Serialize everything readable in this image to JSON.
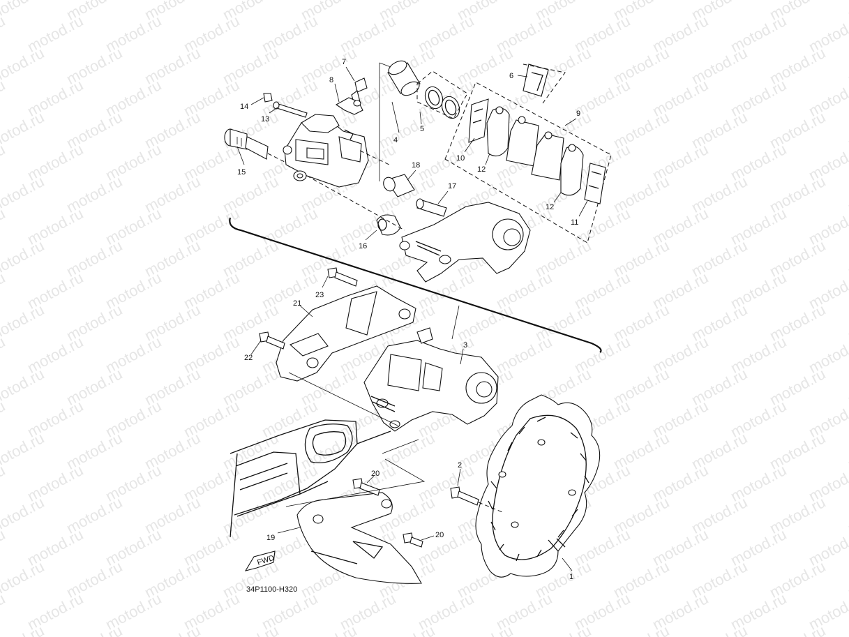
{
  "watermark": "motod.ru",
  "diagram_code": "34P1100-H320",
  "fwd_label": "FWD",
  "callouts": [
    {
      "id": "c1",
      "label": "1"
    },
    {
      "id": "c2",
      "label": "2"
    },
    {
      "id": "c3",
      "label": "3"
    },
    {
      "id": "c4",
      "label": "4"
    },
    {
      "id": "c5",
      "label": "5"
    },
    {
      "id": "c6",
      "label": "6"
    },
    {
      "id": "c7",
      "label": "7"
    },
    {
      "id": "c8",
      "label": "8"
    },
    {
      "id": "c9",
      "label": "9"
    },
    {
      "id": "c10",
      "label": "10"
    },
    {
      "id": "c11",
      "label": "11"
    },
    {
      "id": "c12a",
      "label": "12"
    },
    {
      "id": "c12b",
      "label": "12"
    },
    {
      "id": "c13",
      "label": "13"
    },
    {
      "id": "c14",
      "label": "14"
    },
    {
      "id": "c15",
      "label": "15"
    },
    {
      "id": "c16",
      "label": "16"
    },
    {
      "id": "c17",
      "label": "17"
    },
    {
      "id": "c18",
      "label": "18"
    },
    {
      "id": "c19",
      "label": "19"
    },
    {
      "id": "c20a",
      "label": "20"
    },
    {
      "id": "c20b",
      "label": "20"
    },
    {
      "id": "c21",
      "label": "21"
    },
    {
      "id": "c22",
      "label": "22"
    },
    {
      "id": "c23",
      "label": "23"
    }
  ]
}
